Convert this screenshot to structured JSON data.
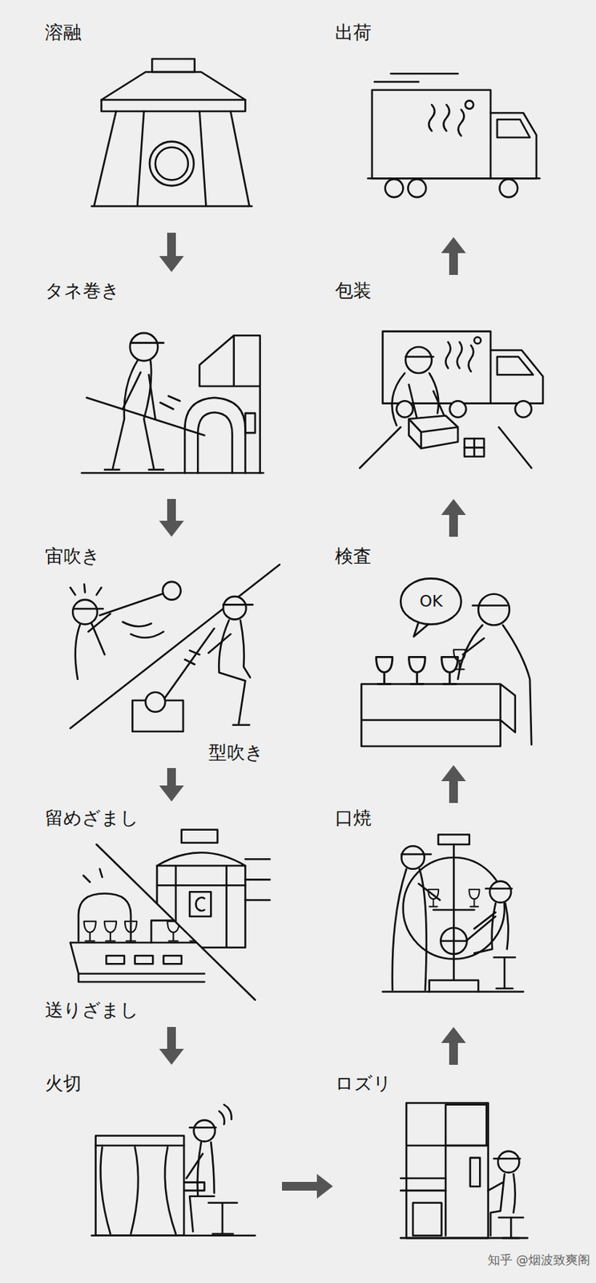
{
  "diagram": {
    "nodes": [
      {
        "text": [
          "溶融"
        ]
      },
      {
        "text": [
          "タネ巻き"
        ]
      },
      {
        "text": [
          "宙吹き",
          "型吹き"
        ]
      },
      {
        "text": [
          "留めざまし",
          "送りざまし"
        ]
      },
      {
        "text": [
          "火切"
        ]
      },
      {
        "text": [
          "ロズリ"
        ]
      },
      {
        "text": [
          "口焼"
        ]
      },
      {
        "text": [
          "検査"
        ]
      },
      {
        "text": [
          "包装"
        ]
      },
      {
        "text": [
          "出荷"
        ]
      }
    ],
    "edges": [
      {
        "from": 0,
        "to": 1,
        "arrow": "to"
      },
      {
        "from": 1,
        "to": 2,
        "arrow": "to"
      },
      {
        "from": 2,
        "to": 3,
        "arrow": "to"
      },
      {
        "from": 3,
        "to": 4,
        "arrow": "to"
      },
      {
        "from": 4,
        "to": 5,
        "arrow": "to"
      },
      {
        "from": 5,
        "to": 6,
        "arrow": "to"
      },
      {
        "from": 6,
        "to": 7,
        "arrow": "to"
      },
      {
        "from": 7,
        "to": 8,
        "arrow": "to"
      },
      {
        "from": 8,
        "to": 9,
        "arrow": "to"
      }
    ],
    "labels": [
      "OK",
      "知乎 @烟波致爽阁"
    ]
  }
}
